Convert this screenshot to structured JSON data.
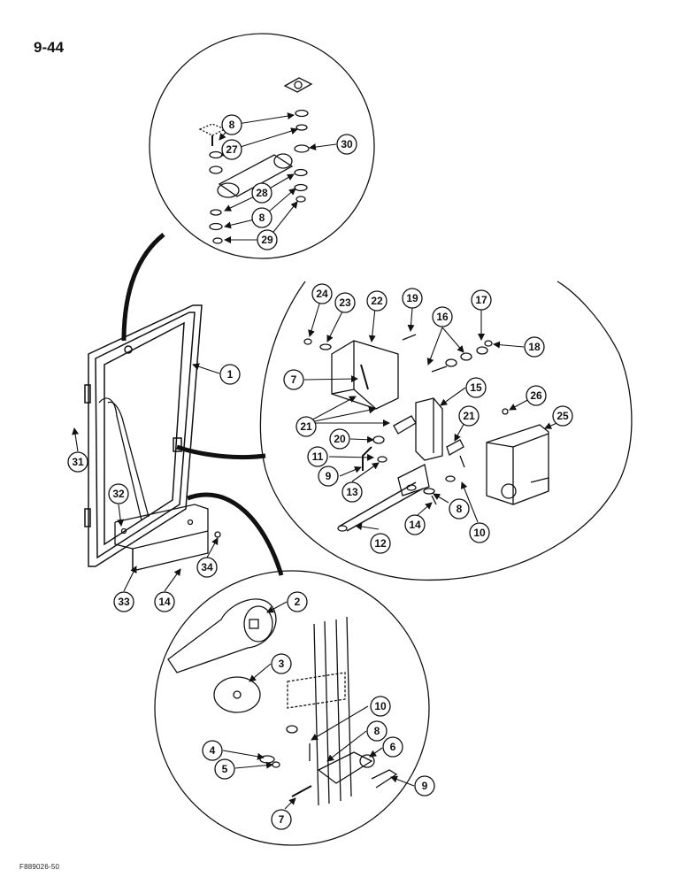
{
  "page_number": "9-44",
  "figure_code": "F889026-50",
  "callouts": [
    {
      "label": "1"
    },
    {
      "label": "2"
    },
    {
      "label": "3"
    },
    {
      "label": "4"
    },
    {
      "label": "5"
    },
    {
      "label": "6"
    },
    {
      "label": "7"
    },
    {
      "label": "8"
    },
    {
      "label": "9"
    },
    {
      "label": "10"
    },
    {
      "label": "7"
    },
    {
      "label": "8"
    },
    {
      "label": "9"
    },
    {
      "label": "10"
    },
    {
      "label": "11"
    },
    {
      "label": "12"
    },
    {
      "label": "13"
    },
    {
      "label": "14"
    },
    {
      "label": "15"
    },
    {
      "label": "16"
    },
    {
      "label": "17"
    },
    {
      "label": "18"
    },
    {
      "label": "19"
    },
    {
      "label": "20"
    },
    {
      "label": "21"
    },
    {
      "label": "21"
    },
    {
      "label": "22"
    },
    {
      "label": "23"
    },
    {
      "label": "24"
    },
    {
      "label": "25"
    },
    {
      "label": "26"
    },
    {
      "label": "8"
    },
    {
      "label": "27"
    },
    {
      "label": "28"
    },
    {
      "label": "8"
    },
    {
      "label": "29"
    },
    {
      "label": "30"
    },
    {
      "label": "31"
    },
    {
      "label": "32"
    },
    {
      "label": "33"
    },
    {
      "label": "14"
    },
    {
      "label": "34"
    }
  ]
}
